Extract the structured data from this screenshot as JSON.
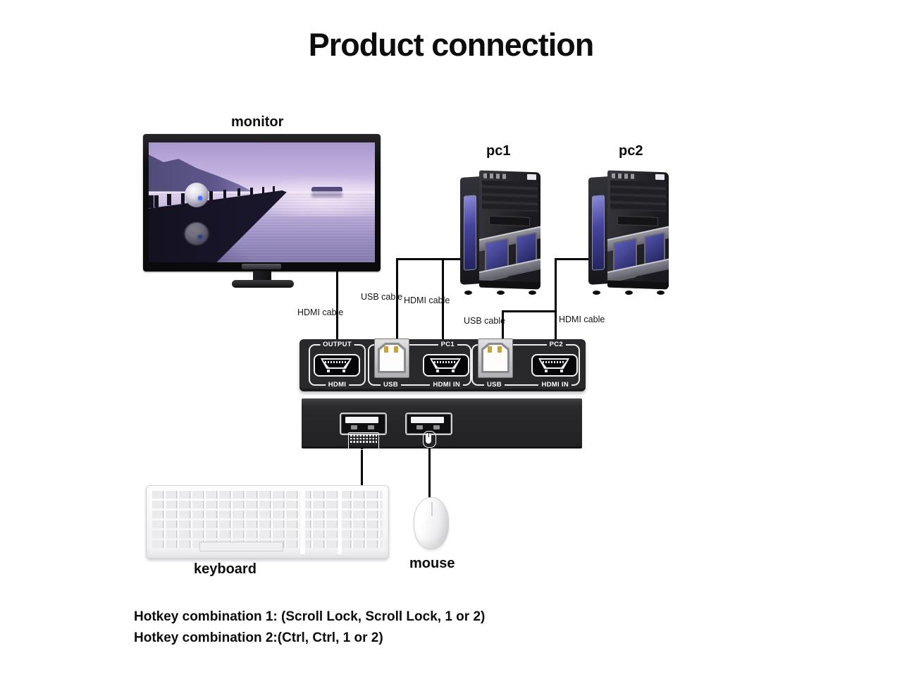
{
  "title": "Product connection",
  "devices": {
    "monitor": "monitor",
    "pc1": "pc1",
    "pc2": "pc2",
    "keyboard": "keyboard",
    "mouse": "mouse"
  },
  "cables": {
    "monitor_hdmi": "HDMI cable",
    "pc1_usb": "USB cable",
    "pc1_hdmi": "HDMI cable",
    "pc2_usb": "USB cable",
    "pc2_hdmi": "HDMI cable"
  },
  "switch_rear": {
    "groups": {
      "output": {
        "top": "OUTPUT",
        "bottom": "HDMI"
      },
      "pc1": {
        "top": "PC1",
        "usb": "USB",
        "hdmi": "HDMI IN"
      },
      "pc2": {
        "top": "PC2",
        "usb": "USB",
        "hdmi": "HDMI IN"
      }
    }
  },
  "hotkeys": {
    "line1": "Hotkey combination 1: (Scroll Lock, Scroll Lock, 1 or 2)",
    "line2": "Hotkey combination 2:(Ctrl, Ctrl, 1 or 2)"
  },
  "colors": {
    "panel": "#29292b",
    "line": "#000000",
    "window_blue": "#4646a0",
    "screen_lavender": "#c9b9e2"
  }
}
